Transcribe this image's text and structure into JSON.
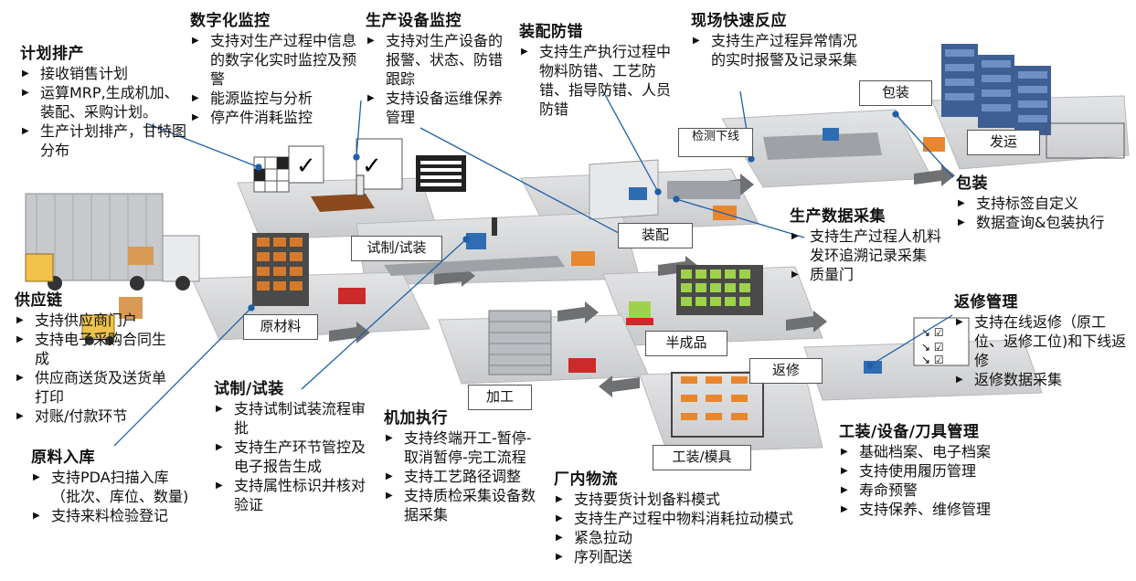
{
  "blocks": {
    "plan": {
      "title": "计划排产",
      "items": [
        "接收销售计划",
        "运算MRP,生成机加、装配、采购计划。",
        "生产计划排产，甘特图分布"
      ]
    },
    "supply": {
      "title": "供应链",
      "items": [
        "支持供应商门户",
        "支持电子采购合同生成",
        "供应商送货及送货单打印",
        "对账/付款环节"
      ]
    },
    "inbound": {
      "title": "原料入库",
      "items": [
        "支持PDA扫描入库（批次、库位、数量)",
        "支持来料检验登记"
      ]
    },
    "digital": {
      "title": "数字化监控",
      "items": [
        "支持对生产过程中信息的数字化实时监控及预警",
        "能源监控与分析",
        "停产件消耗监控"
      ]
    },
    "equipment": {
      "title": "生产设备监控",
      "items": [
        "支持对生产设备的报警、状态、防错跟踪",
        "支持设备运维保养管理"
      ]
    },
    "assembly": {
      "title": "装配防错",
      "items": [
        "支持生产执行过程中物料防错、工艺防错、指导防错、人员防错"
      ]
    },
    "response": {
      "title": "现场快速反应",
      "items": [
        "支持生产过程异常情况的实时报警及记录采集"
      ]
    },
    "packing": {
      "title": "包装",
      "items": [
        "支持标签自定义",
        "数据查询&包装执行"
      ]
    },
    "collection": {
      "title": "生产数据采集",
      "items": [
        "支持生产过程人机料发环追溯记录采集",
        "质量门"
      ]
    },
    "rework": {
      "title": "返修管理",
      "items": [
        "支持在线返修（原工位、返修工位)和下线返修",
        "返修数据采集"
      ]
    },
    "trial": {
      "title": "试制/试装",
      "items": [
        "支持试制试装流程审批",
        "支持生产环节管控及电子报告生成",
        "支持属性标识并核对验证"
      ]
    },
    "machining": {
      "title": "机加执行",
      "items": [
        "支持终端开工-暂停-取消暂停-完工流程",
        "支持工艺路径调整",
        "支持质检采集设备数据采集"
      ]
    },
    "logistics": {
      "title": "厂内物流",
      "items": [
        "支持要货计划备料模式",
        "支持生产过程中物料消耗拉动模式",
        "紧急拉动",
        "序列配送"
      ]
    },
    "tooling": {
      "title": "工装/设备/刀具管理",
      "items": [
        "基础档案、电子档案",
        "支持使用履历管理",
        "寿命预警",
        "支持保养、维修管理"
      ]
    }
  },
  "labels": {
    "pack": "包装",
    "ship": "发运",
    "inspect": "检测下线",
    "assembly": "装配",
    "trial": "试制/试装",
    "raw": "原材料",
    "semi": "半成品",
    "rework": "返修",
    "machining": "加工",
    "tooling": "工装/模具"
  },
  "colors": {
    "accent": "#1f5fa8",
    "pad": "#d4d5d7",
    "shelf": "#4a6fa5",
    "green": "#9ed24a",
    "orange": "#e8872d"
  }
}
